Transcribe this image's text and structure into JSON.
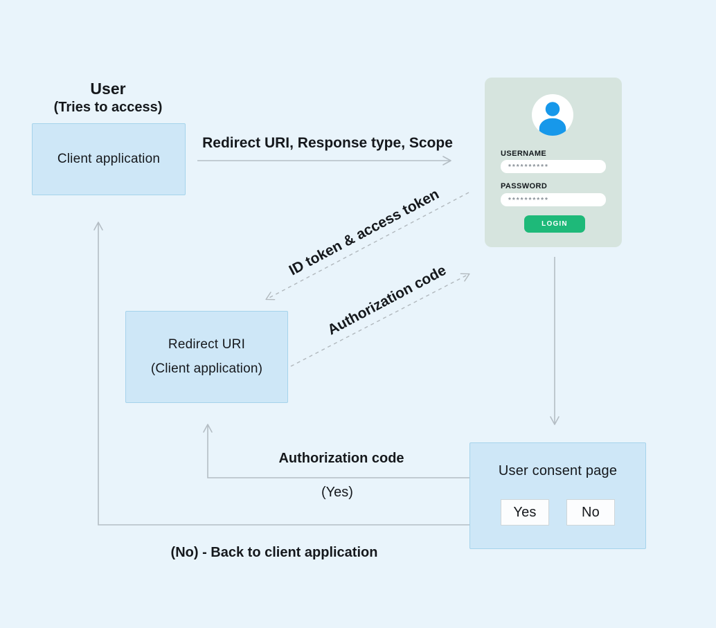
{
  "user_header": {
    "line1": "User",
    "line2": "(Tries to access)"
  },
  "boxes": {
    "client_application": {
      "label": "Client application"
    },
    "redirect_uri": {
      "line1": "Redirect URI",
      "line2": "(Client application)"
    },
    "user_consent": {
      "title": "User consent page",
      "yes": "Yes",
      "no": "No"
    }
  },
  "login_card": {
    "avatar_icon": "user-avatar-icon",
    "username_label": "USERNAME",
    "username_value": "**********",
    "password_label": "PASSWORD",
    "password_value": "**********",
    "login_button": "LOGIN"
  },
  "flows": {
    "request": {
      "label": "Redirect URI, Response type, Scope"
    },
    "id_token": {
      "label": "ID token & access token"
    },
    "auth_code_diagonal": {
      "label": "Authorization code"
    },
    "auth_code_yes": {
      "label": "Authorization code",
      "sublabel": "(Yes)"
    },
    "no_back": {
      "label": "(No) - Back to client application"
    }
  },
  "colors": {
    "background": "#e9f4fb",
    "box_fill": "#cee7f7",
    "box_border": "#a5d3eb",
    "card_fill": "#d6e4de",
    "login_button_green": "#1eb979",
    "avatar_blue": "#1798ea",
    "arrow_gray": "#b4bdc4",
    "text": "#15181c"
  }
}
